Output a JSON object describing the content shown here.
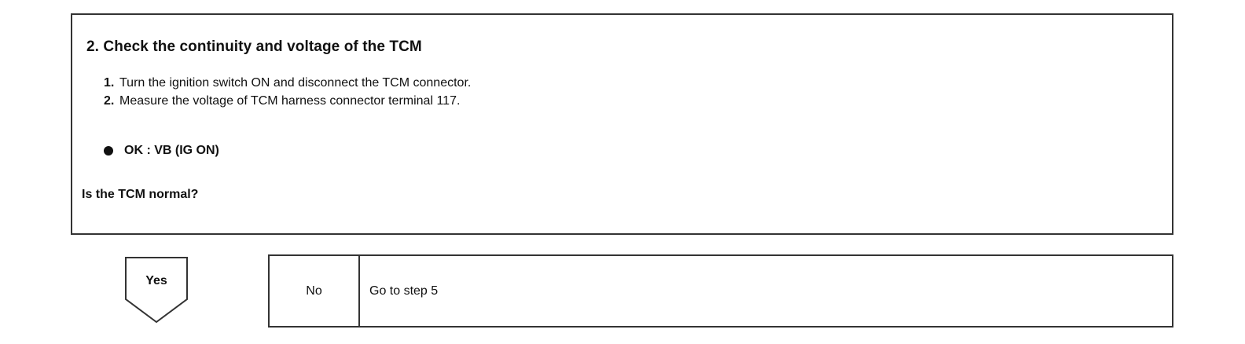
{
  "step": {
    "title": "2. Check the continuity and voltage of the TCM",
    "instructions": [
      {
        "number": "1.",
        "text": "Turn the ignition switch ON and disconnect the TCM connector."
      },
      {
        "number": "2.",
        "text": "Measure the voltage of TCM harness connector terminal 117."
      }
    ],
    "spec": "OK : VB (IG ON)",
    "question": "Is the TCM normal?"
  },
  "outcomes": {
    "yes_label": "Yes",
    "no_label": "No",
    "no_action": "Go to step 5"
  }
}
